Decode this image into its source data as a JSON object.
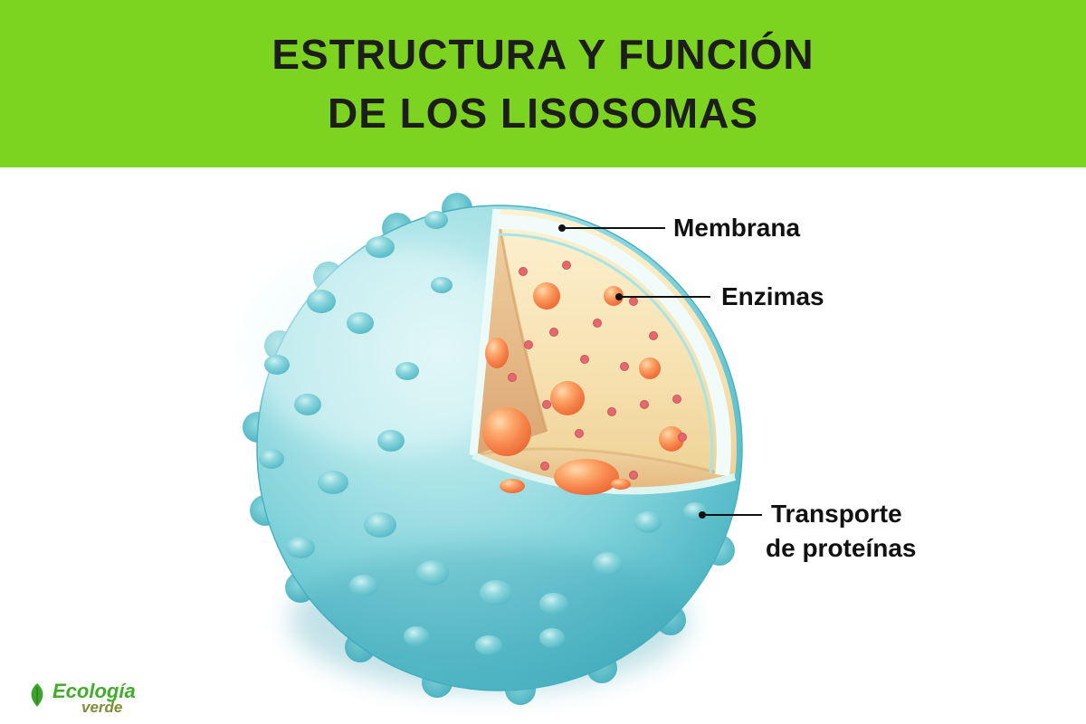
{
  "header": {
    "title_line1": "ESTRUCTURA Y FUNCIÓN",
    "title_line2": "DE LOS LISOSOMAS"
  },
  "diagram": {
    "labels": {
      "membrana": "Membrana",
      "enzimas": "Enzimas",
      "transporte_line1": "Transporte",
      "transporte_line2": "de proteínas"
    }
  },
  "logo": {
    "name_top": "Ecología",
    "name_bottom": "verde"
  },
  "colors": {
    "header_bg": "#7cd320",
    "header_text": "#1d1d1b",
    "sphere_teal": "#7fd2da",
    "sphere_edge": "#42abbb",
    "membrane_rim": "#f0fbfa",
    "interior_cream": "#f6e0ae",
    "cut_wall_tan": "#dba572",
    "enzyme_orange": "#f3824b",
    "enzyme_dot_pink": "#e4686c",
    "label_text": "#111111",
    "logo_green": "#3fae2a"
  }
}
